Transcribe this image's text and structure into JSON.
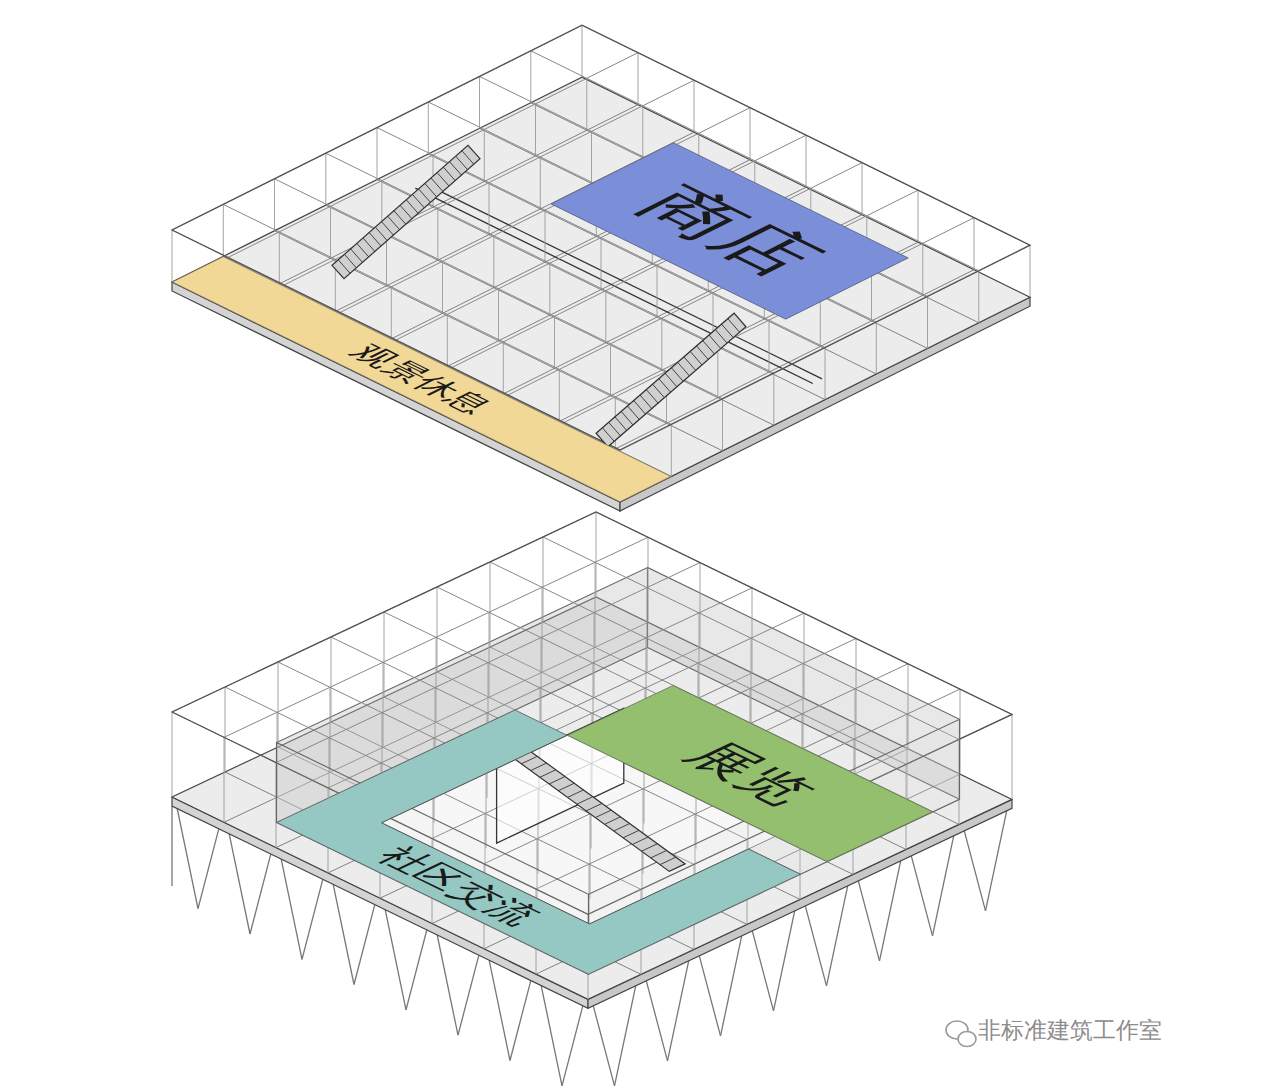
{
  "diagram": {
    "nodes": [
      {
        "text": [
          "商店"
        ]
      },
      {
        "text": [
          "观景休息"
        ]
      },
      {
        "text": [
          "展览"
        ]
      },
      {
        "text": [
          "社区交流"
        ]
      }
    ],
    "labels": [
      "非标准建筑工作室"
    ]
  }
}
